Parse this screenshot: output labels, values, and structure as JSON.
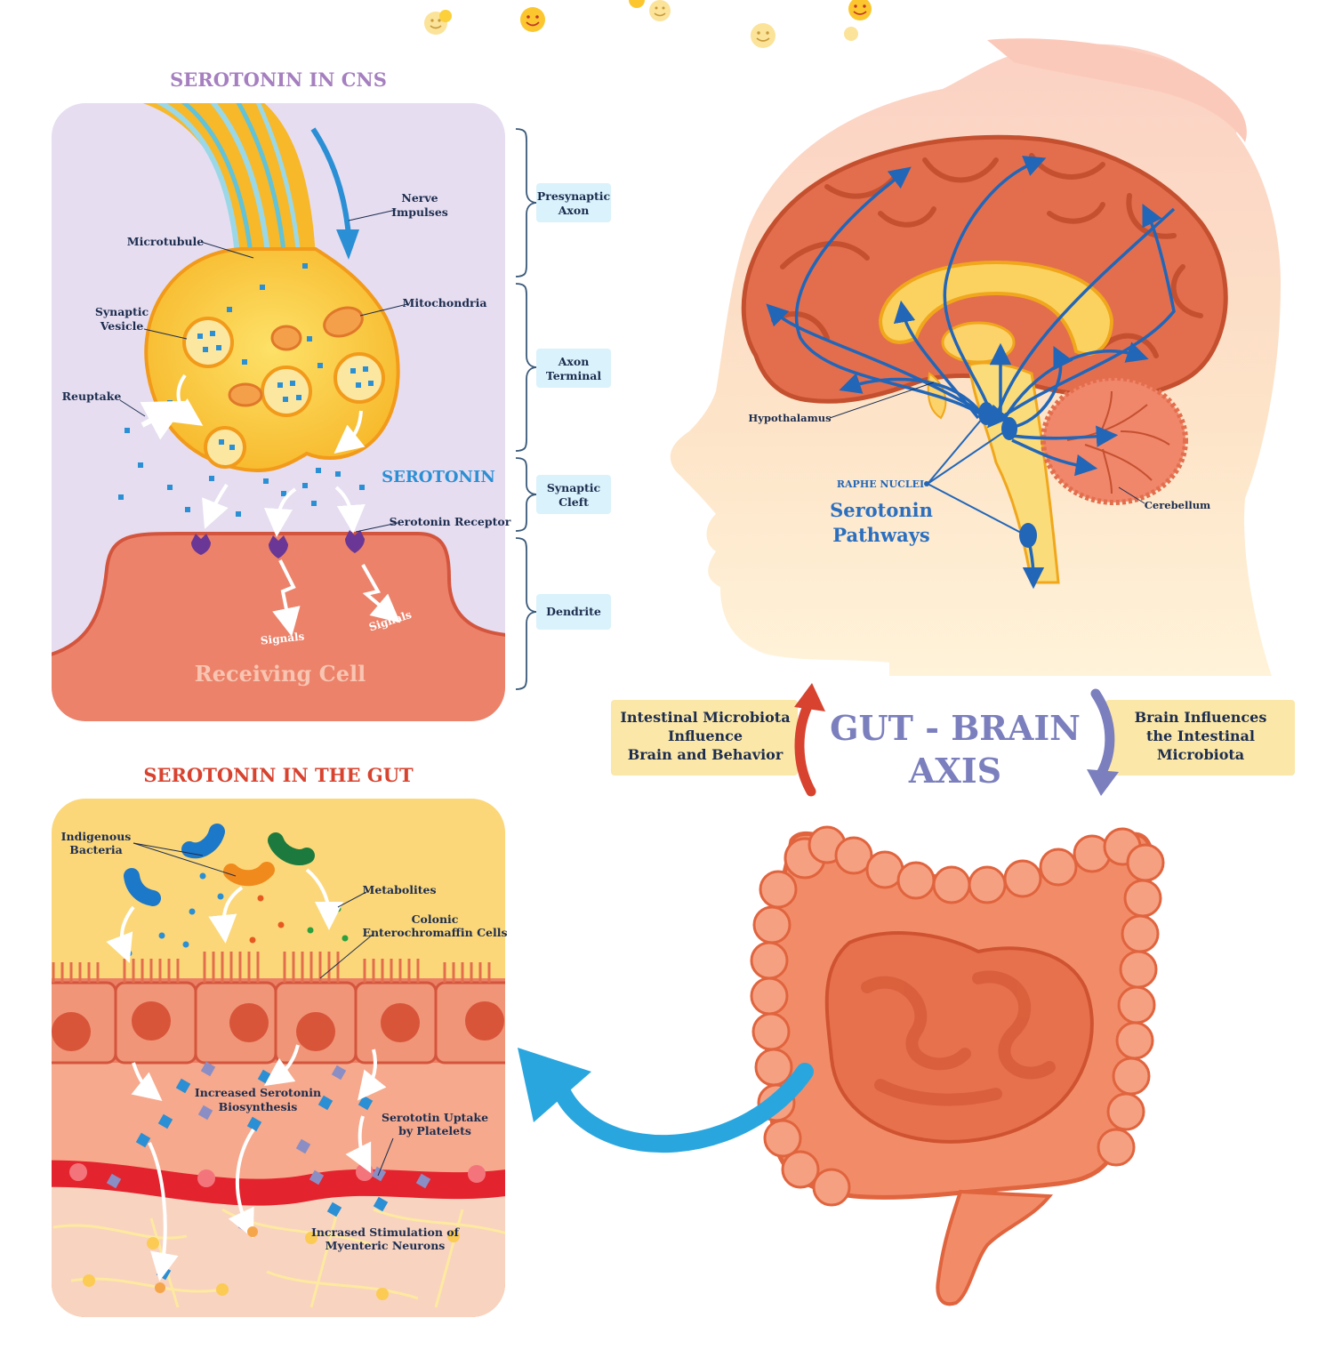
{
  "colors": {
    "cns_title": "#a57fbf",
    "gut_title": "#d8432f",
    "axis_text": "#7b7fbd",
    "serotonin_blue": "#2a8fd4",
    "label_dark": "#1d2d4f",
    "side_box": "#d9f2fb",
    "info_box": "#fbe7a7",
    "up_arrow": "#d8432f",
    "down_arrow": "#7b7fbd",
    "gut_arrow": "#2aa6df"
  },
  "cns": {
    "title": "SEROTONIN IN CNS",
    "labels": {
      "nerve_impulses": [
        "Nerve",
        "Impulses"
      ],
      "microtubule": "Microtubule",
      "synaptic_vesicle": [
        "Synaptic",
        "Vesicle"
      ],
      "mitochondria": "Mitochondria",
      "reuptake": "Reuptake",
      "serotonin": "SEROTONIN",
      "serotonin_receptor": "Serotonin Receptor",
      "signals_left": "Signals",
      "signals_right": "Signals",
      "receiving_cell": "Receiving Cell"
    },
    "side_labels": [
      [
        "Presynaptic",
        "Axon"
      ],
      [
        "Axon",
        "Terminal"
      ],
      [
        "Synaptic",
        "Cleft"
      ],
      [
        "Dendrite"
      ]
    ]
  },
  "brain": {
    "hypothalamus": "Hypothalamus",
    "raphe_nuclei": "RAPHE NUCLEI",
    "cerebellum": "Cerebellum",
    "pathways": [
      "Serotonin",
      "Pathways"
    ]
  },
  "axis": {
    "title_line1": "GUT - BRAIN",
    "title_line2": "AXIS",
    "left_box": [
      "Intestinal Microbiota",
      "Influence",
      "Brain and Behavior"
    ],
    "right_box": [
      "Brain Influences",
      "the Intestinal",
      "Microbiota"
    ]
  },
  "gut": {
    "title": "SEROTONIN IN THE GUT",
    "labels": {
      "indigenous_bacteria": [
        "Indigenous",
        "Bacteria"
      ],
      "metabolites": "Metabolites",
      "colonic_cells": [
        "Colonic",
        "Enterochromaffin Cells"
      ],
      "increased_biosynthesis": [
        "Increased Serotonin",
        "Biosynthesis"
      ],
      "uptake_platelets": [
        "Serototin Uptake",
        "by Platelets"
      ],
      "stimulation_neurons": [
        "Incrased Stimulation of",
        "Myenteric Neurons"
      ]
    }
  }
}
